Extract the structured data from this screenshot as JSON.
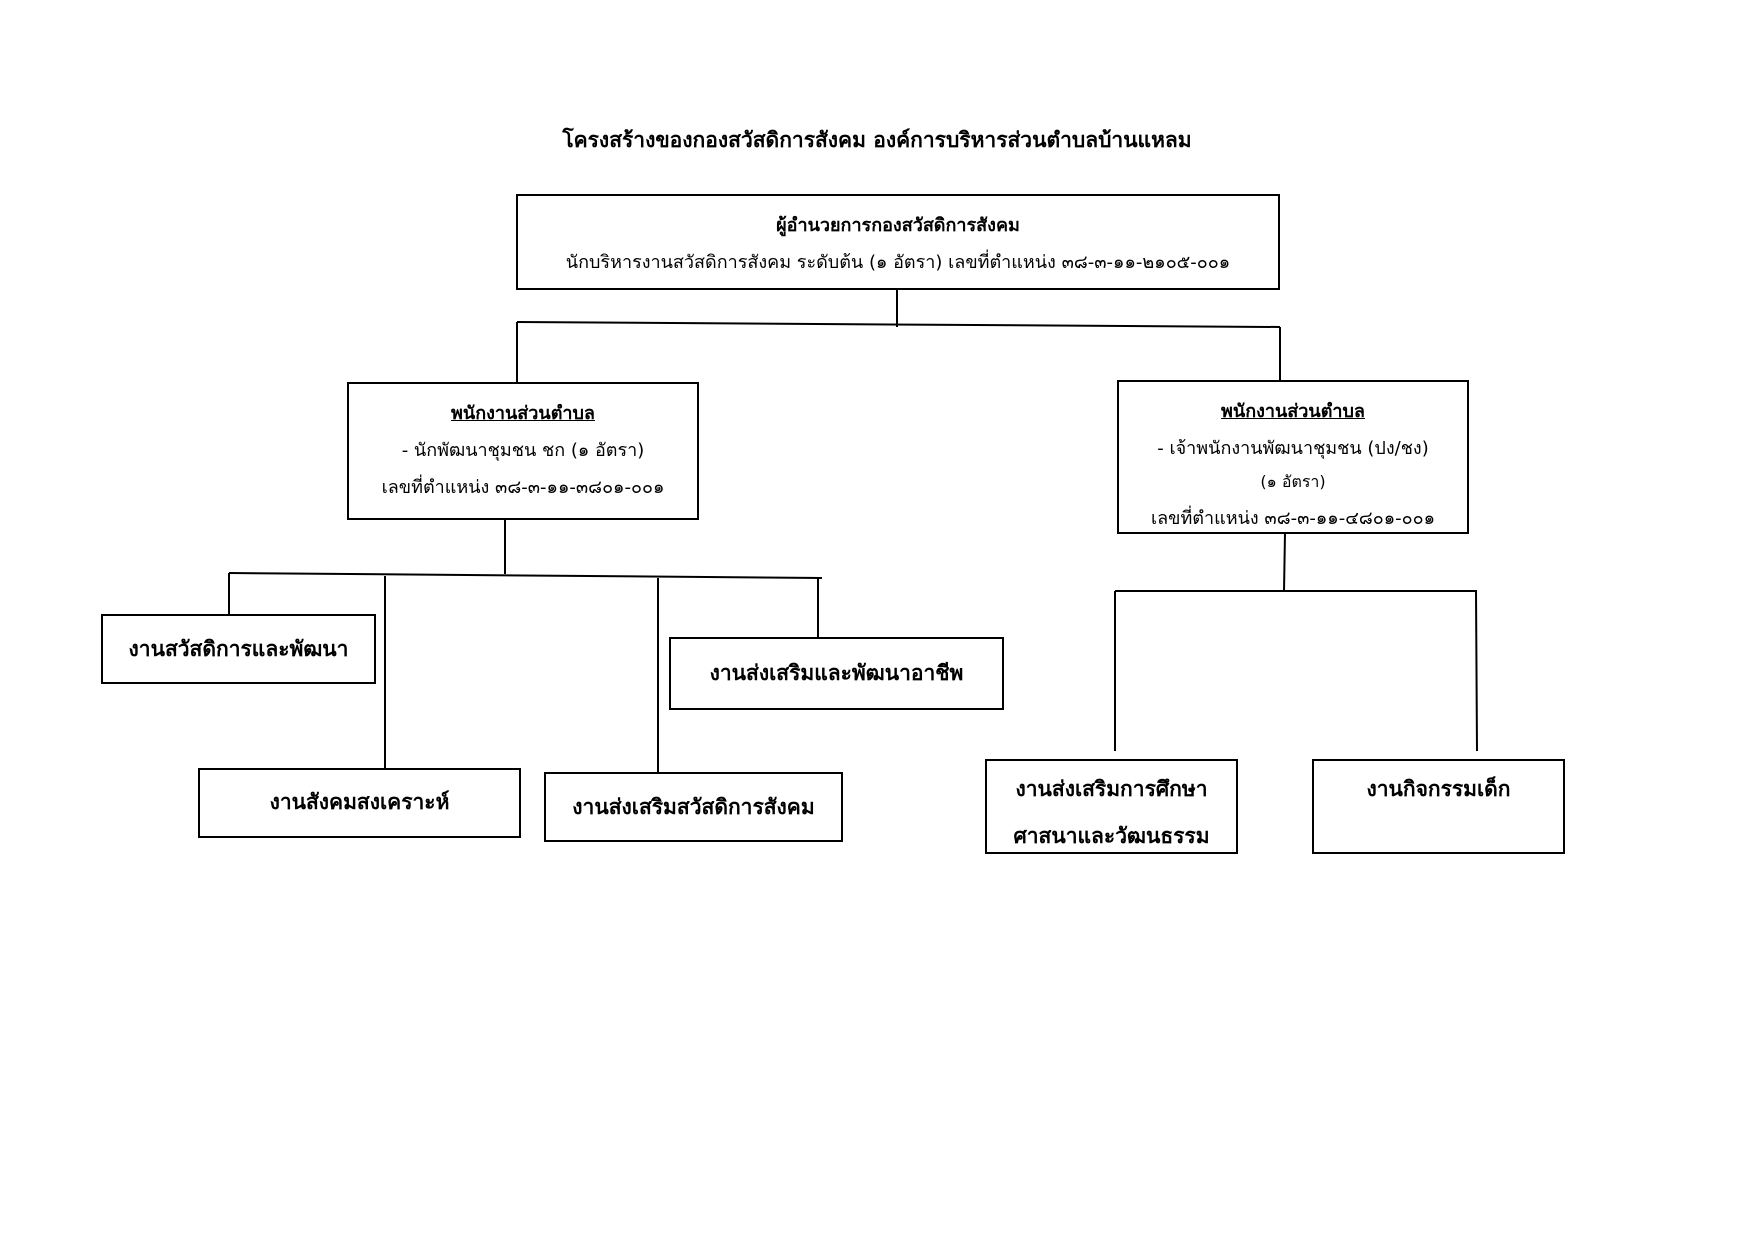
{
  "title": "โครงสร้างของกองสวัสดิการสังคม  องค์การบริหารส่วนตำบลบ้านแหลม",
  "director": {
    "heading": "ผู้อำนวยการกองสวัสดิการสังคม",
    "detail": "นักบริหารงานสวัสดิการสังคม ระดับต้น  (๑ อัตรา)  เลขที่ตำแหน่ง ๓๘-๓-๑๑-๒๑๐๕-๐๐๑"
  },
  "left_staff": {
    "heading": "พนักงานส่วนตำบล",
    "line1": "- นักพัฒนาชุมชน ชก (๑ อัตรา)",
    "line2": "เลขที่ตำแหน่ง  ๓๘-๓-๑๑-๓๘๐๑-๐๐๑"
  },
  "right_staff": {
    "heading": "พนักงานส่วนตำบล",
    "line1": "- เจ้าพนักงานพัฒนาชุมชน (ปง/ชง)",
    "line2": "(๑ อัตรา)",
    "line3": "เลขที่ตำแหน่ง  ๓๘-๓-๑๑-๔๘๐๑-๐๐๑"
  },
  "units": {
    "welfare_development": "งานสวัสดิการและพัฒนา",
    "social_work": "งานสังคมสงเคราะห์",
    "promote_welfare": "งานส่งเสริมสวัสดิการสังคม",
    "promote_occupation": "งานส่งเสริมและพัฒนาอาชีพ",
    "education_line1": "งานส่งเสริมการศึกษา",
    "education_line2": "ศาสนาและวัฒนธรรม",
    "child_activities": "งานกิจกรรมเด็ก"
  }
}
